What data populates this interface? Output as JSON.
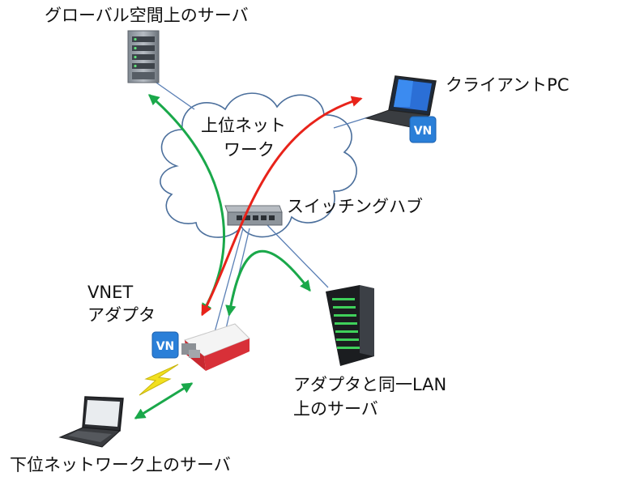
{
  "labels": {
    "global_server": "グローバル空間上のサーバ",
    "client_pc": "クライアントPC",
    "upper_network_line1": "上位ネット",
    "upper_network_line2": "ワーク",
    "switching_hub": "スイッチングハブ",
    "vnet_adapter_line1": "VNET",
    "vnet_adapter_line2": "アダプタ",
    "same_lan_server_line1": "アダプタと同一LAN",
    "same_lan_server_line2": "上のサーバ",
    "lower_network_server": "下位ネットワーク上のサーバ"
  },
  "badges": {
    "vn_text": "VN"
  },
  "colors": {
    "arrow_green": "#1aa84a",
    "arrow_red": "#e8231a",
    "link_blue": "#5a7fb5",
    "cloud_stroke": "#4b6f9c",
    "badge_blue": "#2a7fd8",
    "lightning_yellow": "#f2e01f"
  },
  "icons": {
    "global_server": "rack-server-icon",
    "client_pc": "laptop-icon",
    "switching_hub": "network-switch-icon",
    "vnet_adapter": "raspberry-pi-case-icon",
    "same_lan_server": "tower-server-icon",
    "lower_network_server": "laptop-icon",
    "wireless_link": "lightning-bolt-icon",
    "vnet_badge": "vnet-app-icon"
  }
}
